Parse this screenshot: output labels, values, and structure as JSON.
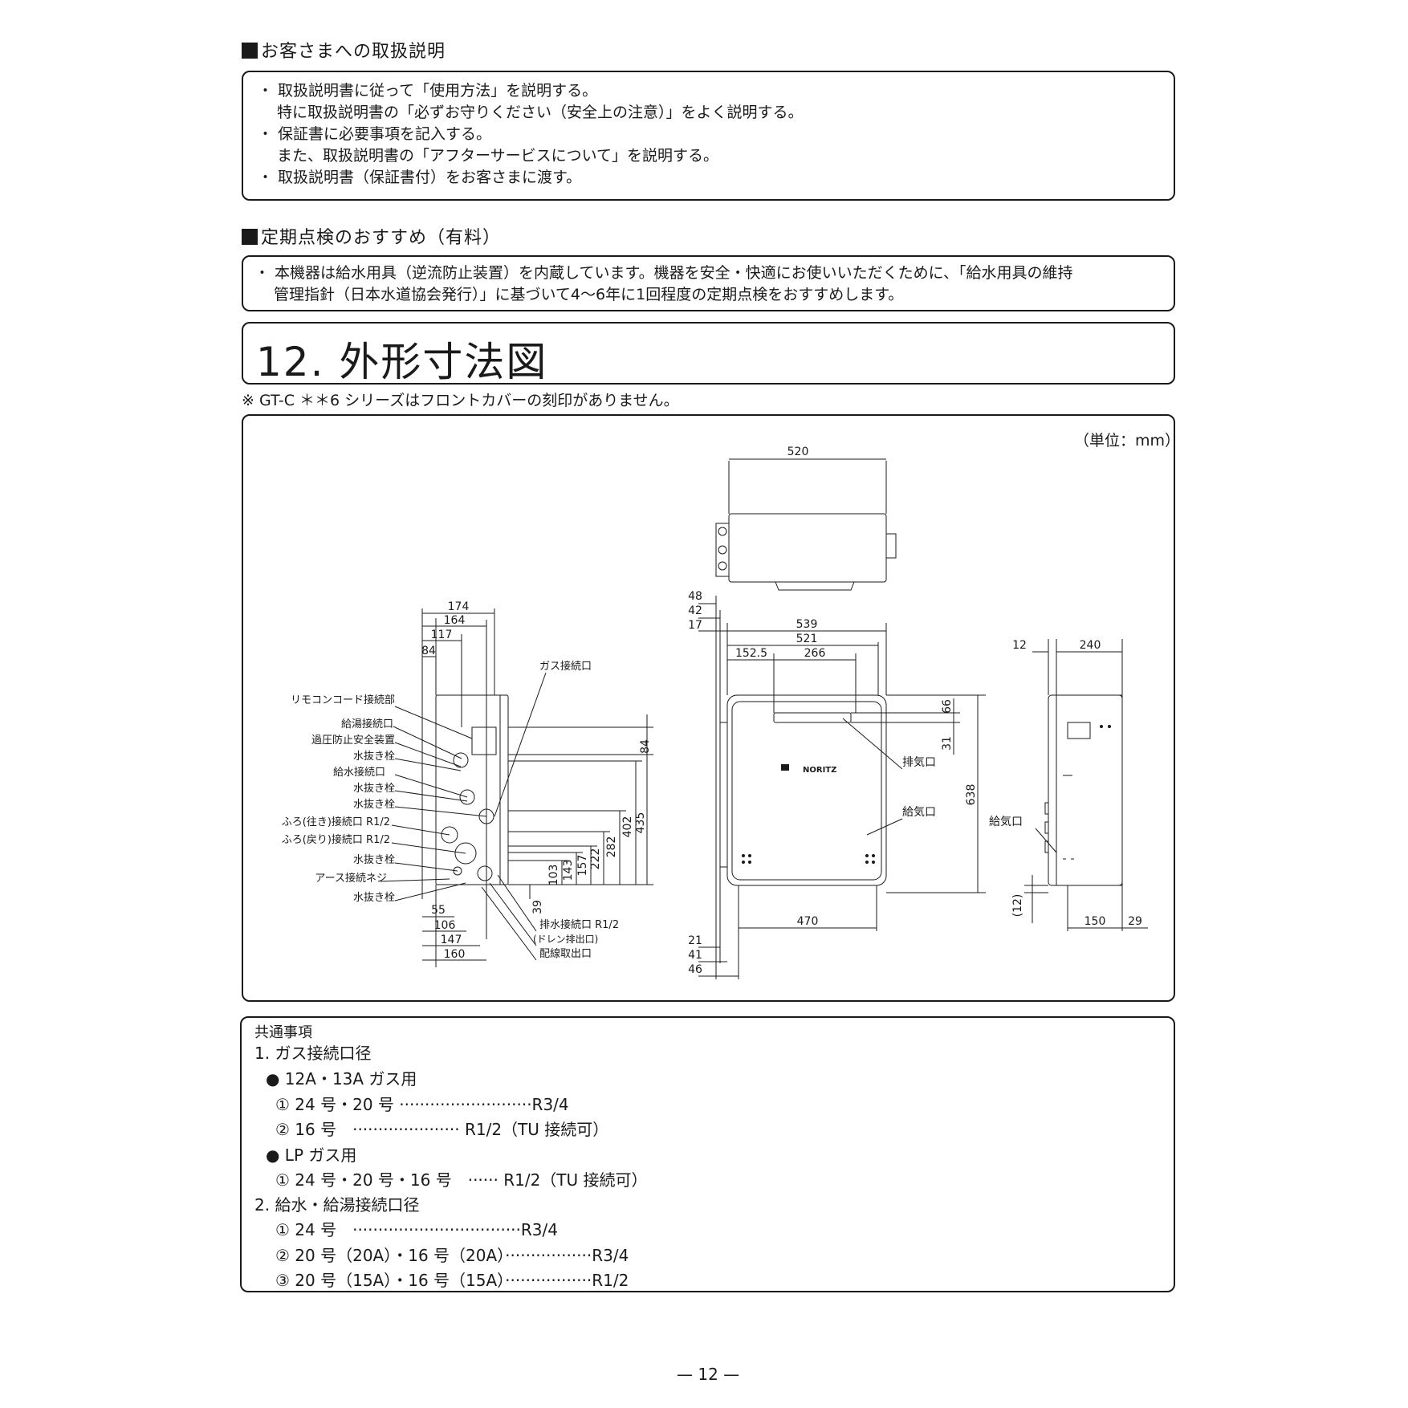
{
  "section1": {
    "heading": "お客さまへの取扱説明",
    "lines": [
      "・ 取扱説明書に従って「使用方法」を説明する。",
      "特に取扱説明書の「必ずお守りください（安全上の注意）」をよく説明する。",
      "・ 保証書に必要事項を記入する。",
      "また、取扱説明書の「アフターサービスについて」を説明する。",
      "・ 取扱説明書（保証書付）をお客さまに渡す。"
    ]
  },
  "section2": {
    "heading": "定期点検のおすすめ（有料）",
    "lines": [
      "・ 本機器は給水用具（逆流防止装置）を内蔵しています。機器を安全・快適にお使いいただくために、「給水用具の維持",
      "管理指針（日本水道協会発行）」に基づいて4〜6年に1回程度の定期点検をおすすめします。"
    ]
  },
  "chapter": {
    "title": "12. 外形寸法図",
    "note": "※ GT-C ＊＊6 シリーズはフロントカバーの刻印がありません。"
  },
  "drawing": {
    "unit": "（単位：mm）",
    "brand": "NORITZ",
    "side_labels": [
      "リモコンコード接続部",
      "給湯接続口",
      "過圧防止安全装置",
      "水抜き栓",
      "給水接続口",
      "水抜き栓",
      "水抜き栓",
      "ふろ(往き)接続口 R1/2",
      "ふろ(戻り)接続口 R1/2",
      "水抜き栓",
      "アース接続ネジ",
      "水抜き栓"
    ],
    "gas_label": "ガス接続口",
    "drain_labels": [
      "排水接続口 R1/2",
      "(ドレン排出口)",
      "配線取出口"
    ],
    "front_labels": {
      "exhaust": "排気口",
      "intake_front": "給気口",
      "intake_side": "給気口"
    },
    "dims_side_top": [
      "174",
      "164",
      "117",
      "84"
    ],
    "dims_side_bottom": [
      "55",
      "106",
      "147",
      "160"
    ],
    "dims_side_vertical": [
      "84",
      "435",
      "402",
      "282",
      "222",
      "157",
      "143",
      "103",
      "39"
    ],
    "dims_top_view": [
      "520"
    ],
    "dims_front_left": [
      "48",
      "42",
      "17"
    ],
    "dims_front_left_bottom": [
      "21",
      "41",
      "46"
    ],
    "dims_front_top": [
      "539",
      "521",
      "152.5",
      "266"
    ],
    "dims_front_right": [
      "66",
      "31",
      "638"
    ],
    "dims_front_bottom": [
      "470"
    ],
    "dims_rside_top": [
      "12",
      "240"
    ],
    "dims_rside_bottom": [
      "(12)",
      "150",
      "29"
    ]
  },
  "common": {
    "heading": "共通事項",
    "rows": [
      "1. ガス接続口径",
      "● 12A・13A ガス用",
      "① 24 号・20 号 ··························R3/4",
      "② 16 号　····················· R1/2（TU 接続可）",
      "● LP ガス用",
      "① 24 号・20 号・16 号　······ R1/2（TU 接続可）",
      "2. 給水・給湯接続口径",
      "① 24 号　·································R3/4",
      "② 20 号（20A）・16 号（20A）·················R3/4",
      "③ 20 号（15A）・16 号（15A）·················R1/2"
    ]
  },
  "page_number": "— 12 —"
}
